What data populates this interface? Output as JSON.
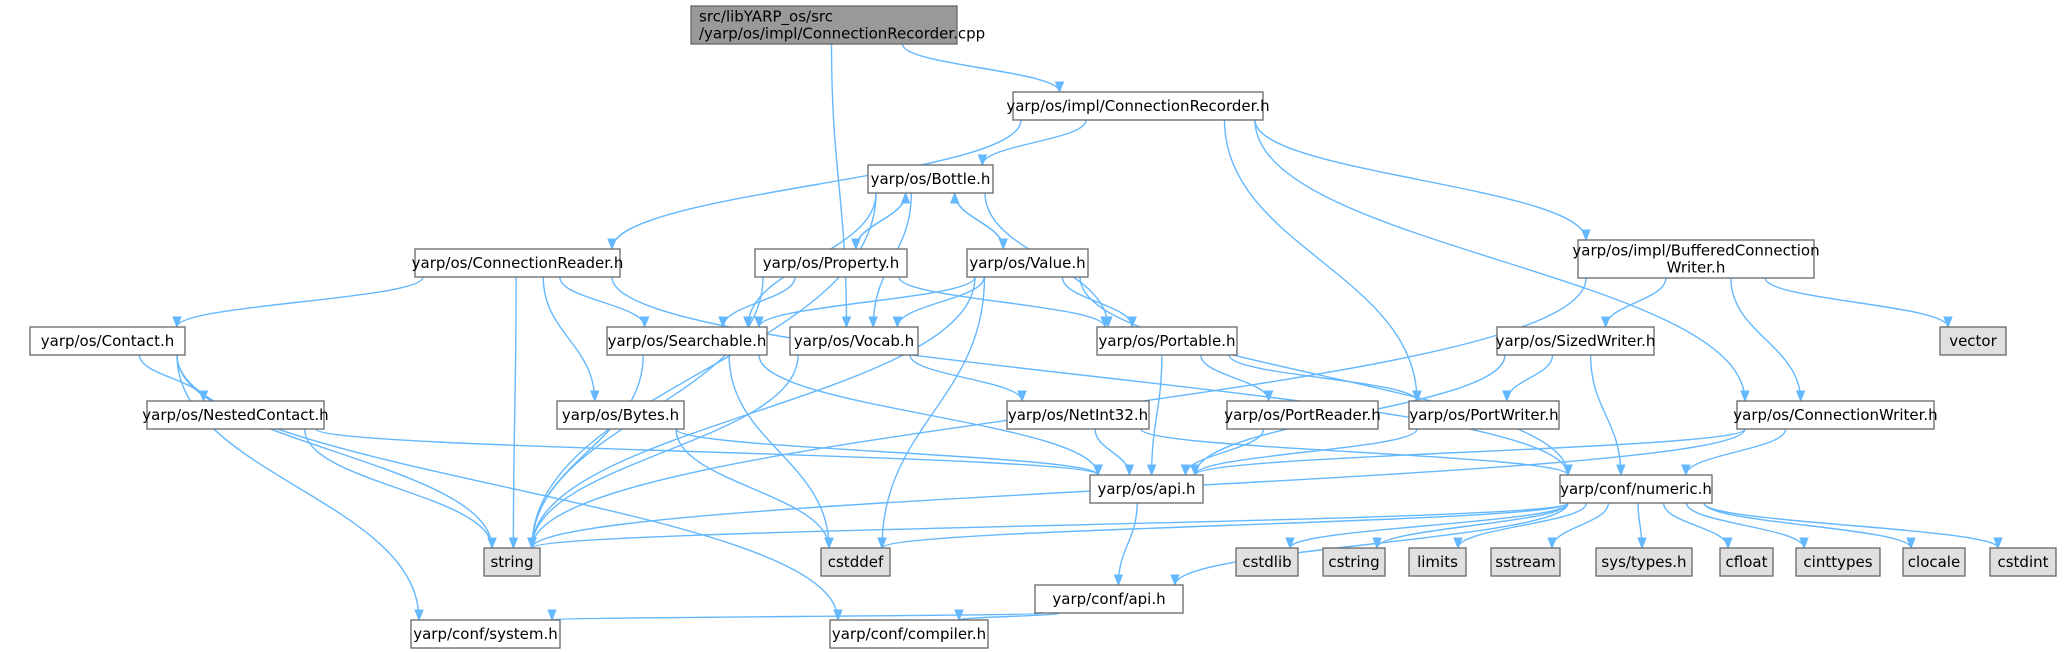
{
  "graph": {
    "type": "include-dependency-graph",
    "colors": {
      "root_fill": "#999999",
      "node_fill": "#ffffff",
      "system_fill": "#e0e0e0",
      "border": "#666666",
      "edge": "#63b8ff"
    },
    "nodes": [
      {
        "id": "root",
        "kind": "root",
        "lines": [
          "src/libYARP_os/src",
          "/yarp/os/impl/ConnectionRecorder.cpp"
        ]
      },
      {
        "id": "conn_recorder_h",
        "kind": "normal",
        "lines": [
          "yarp/os/impl/ConnectionRecorder.h"
        ]
      },
      {
        "id": "bottle",
        "kind": "normal",
        "lines": [
          "yarp/os/Bottle.h"
        ]
      },
      {
        "id": "conn_reader",
        "kind": "normal",
        "lines": [
          "yarp/os/ConnectionReader.h"
        ]
      },
      {
        "id": "property",
        "kind": "normal",
        "lines": [
          "yarp/os/Property.h"
        ]
      },
      {
        "id": "value",
        "kind": "normal",
        "lines": [
          "yarp/os/Value.h"
        ]
      },
      {
        "id": "buffered",
        "kind": "normal",
        "lines": [
          "yarp/os/impl/BufferedConnection",
          "Writer.h"
        ]
      },
      {
        "id": "contact",
        "kind": "normal",
        "lines": [
          "yarp/os/Contact.h"
        ]
      },
      {
        "id": "searchable",
        "kind": "normal",
        "lines": [
          "yarp/os/Searchable.h"
        ]
      },
      {
        "id": "vocab",
        "kind": "normal",
        "lines": [
          "yarp/os/Vocab.h"
        ]
      },
      {
        "id": "portable",
        "kind": "normal",
        "lines": [
          "yarp/os/Portable.h"
        ]
      },
      {
        "id": "sizedwriter",
        "kind": "normal",
        "lines": [
          "yarp/os/SizedWriter.h"
        ]
      },
      {
        "id": "vector",
        "kind": "system",
        "lines": [
          "vector"
        ]
      },
      {
        "id": "nestedcontact",
        "kind": "normal",
        "lines": [
          "yarp/os/NestedContact.h"
        ]
      },
      {
        "id": "bytes",
        "kind": "normal",
        "lines": [
          "yarp/os/Bytes.h"
        ]
      },
      {
        "id": "netint32",
        "kind": "normal",
        "lines": [
          "yarp/os/NetInt32.h"
        ]
      },
      {
        "id": "portreader",
        "kind": "normal",
        "lines": [
          "yarp/os/PortReader.h"
        ]
      },
      {
        "id": "portwriter",
        "kind": "normal",
        "lines": [
          "yarp/os/PortWriter.h"
        ]
      },
      {
        "id": "conn_writer",
        "kind": "normal",
        "lines": [
          "yarp/os/ConnectionWriter.h"
        ]
      },
      {
        "id": "os_api",
        "kind": "normal",
        "lines": [
          "yarp/os/api.h"
        ]
      },
      {
        "id": "numeric",
        "kind": "normal",
        "lines": [
          "yarp/conf/numeric.h"
        ]
      },
      {
        "id": "string",
        "kind": "system",
        "lines": [
          "string"
        ]
      },
      {
        "id": "cstddef",
        "kind": "system",
        "lines": [
          "cstddef"
        ]
      },
      {
        "id": "conf_api",
        "kind": "normal",
        "lines": [
          "yarp/conf/api.h"
        ]
      },
      {
        "id": "cstdlib",
        "kind": "system",
        "lines": [
          "cstdlib"
        ]
      },
      {
        "id": "cstring",
        "kind": "system",
        "lines": [
          "cstring"
        ]
      },
      {
        "id": "limits",
        "kind": "system",
        "lines": [
          "limits"
        ]
      },
      {
        "id": "sstream",
        "kind": "system",
        "lines": [
          "sstream"
        ]
      },
      {
        "id": "systypes",
        "kind": "system",
        "lines": [
          "sys/types.h"
        ]
      },
      {
        "id": "cfloat",
        "kind": "system",
        "lines": [
          "cfloat"
        ]
      },
      {
        "id": "cinttypes",
        "kind": "system",
        "lines": [
          "cinttypes"
        ]
      },
      {
        "id": "clocale",
        "kind": "system",
        "lines": [
          "clocale"
        ]
      },
      {
        "id": "cstdint",
        "kind": "system",
        "lines": [
          "cstdint"
        ]
      },
      {
        "id": "system",
        "kind": "normal",
        "lines": [
          "yarp/conf/system.h"
        ]
      },
      {
        "id": "compiler",
        "kind": "normal",
        "lines": [
          "yarp/conf/compiler.h"
        ]
      }
    ],
    "edges": [
      [
        "root",
        "conn_recorder_h"
      ],
      [
        "root",
        "vocab"
      ],
      [
        "conn_recorder_h",
        "bottle"
      ],
      [
        "conn_recorder_h",
        "conn_reader"
      ],
      [
        "conn_recorder_h",
        "buffered"
      ],
      [
        "conn_recorder_h",
        "portwriter"
      ],
      [
        "conn_recorder_h",
        "conn_writer"
      ],
      [
        "bottle",
        "property"
      ],
      [
        "bottle",
        "value"
      ],
      [
        "bottle",
        "searchable"
      ],
      [
        "bottle",
        "vocab"
      ],
      [
        "bottle",
        "portable"
      ],
      [
        "bottle",
        "string"
      ],
      [
        "property",
        "bottle"
      ],
      [
        "property",
        "searchable"
      ],
      [
        "property",
        "portable"
      ],
      [
        "property",
        "string"
      ],
      [
        "value",
        "bottle"
      ],
      [
        "value",
        "searchable"
      ],
      [
        "value",
        "vocab"
      ],
      [
        "value",
        "portable"
      ],
      [
        "value",
        "numeric"
      ],
      [
        "value",
        "string"
      ],
      [
        "value",
        "cstddef"
      ],
      [
        "conn_reader",
        "contact"
      ],
      [
        "conn_reader",
        "searchable"
      ],
      [
        "conn_reader",
        "bytes"
      ],
      [
        "conn_reader",
        "numeric"
      ],
      [
        "conn_reader",
        "string"
      ],
      [
        "contact",
        "nestedcontact"
      ],
      [
        "contact",
        "string"
      ],
      [
        "contact",
        "system"
      ],
      [
        "contact",
        "compiler"
      ],
      [
        "nestedcontact",
        "os_api"
      ],
      [
        "nestedcontact",
        "string"
      ],
      [
        "searchable",
        "os_api"
      ],
      [
        "searchable",
        "string"
      ],
      [
        "searchable",
        "cstddef"
      ],
      [
        "vocab",
        "netint32"
      ],
      [
        "vocab",
        "string"
      ],
      [
        "bytes",
        "os_api"
      ],
      [
        "bytes",
        "cstddef"
      ],
      [
        "netint32",
        "os_api"
      ],
      [
        "netint32",
        "numeric"
      ],
      [
        "portable",
        "portreader"
      ],
      [
        "portable",
        "portwriter"
      ],
      [
        "portable",
        "os_api"
      ],
      [
        "portreader",
        "os_api"
      ],
      [
        "portwriter",
        "os_api"
      ],
      [
        "buffered",
        "sizedwriter"
      ],
      [
        "buffered",
        "conn_writer"
      ],
      [
        "buffered",
        "vector"
      ],
      [
        "buffered",
        "string"
      ],
      [
        "sizedwriter",
        "portwriter"
      ],
      [
        "sizedwriter",
        "os_api"
      ],
      [
        "sizedwriter",
        "numeric"
      ],
      [
        "conn_writer",
        "os_api"
      ],
      [
        "conn_writer",
        "numeric"
      ],
      [
        "conn_writer",
        "string"
      ],
      [
        "os_api",
        "conf_api"
      ],
      [
        "conf_api",
        "system"
      ],
      [
        "conf_api",
        "compiler"
      ],
      [
        "numeric",
        "conf_api"
      ],
      [
        "numeric",
        "string"
      ],
      [
        "numeric",
        "cstddef"
      ],
      [
        "numeric",
        "cstdlib"
      ],
      [
        "numeric",
        "cstring"
      ],
      [
        "numeric",
        "limits"
      ],
      [
        "numeric",
        "sstream"
      ],
      [
        "numeric",
        "systypes"
      ],
      [
        "numeric",
        "cfloat"
      ],
      [
        "numeric",
        "cinttypes"
      ],
      [
        "numeric",
        "clocale"
      ],
      [
        "numeric",
        "cstdint"
      ]
    ]
  }
}
